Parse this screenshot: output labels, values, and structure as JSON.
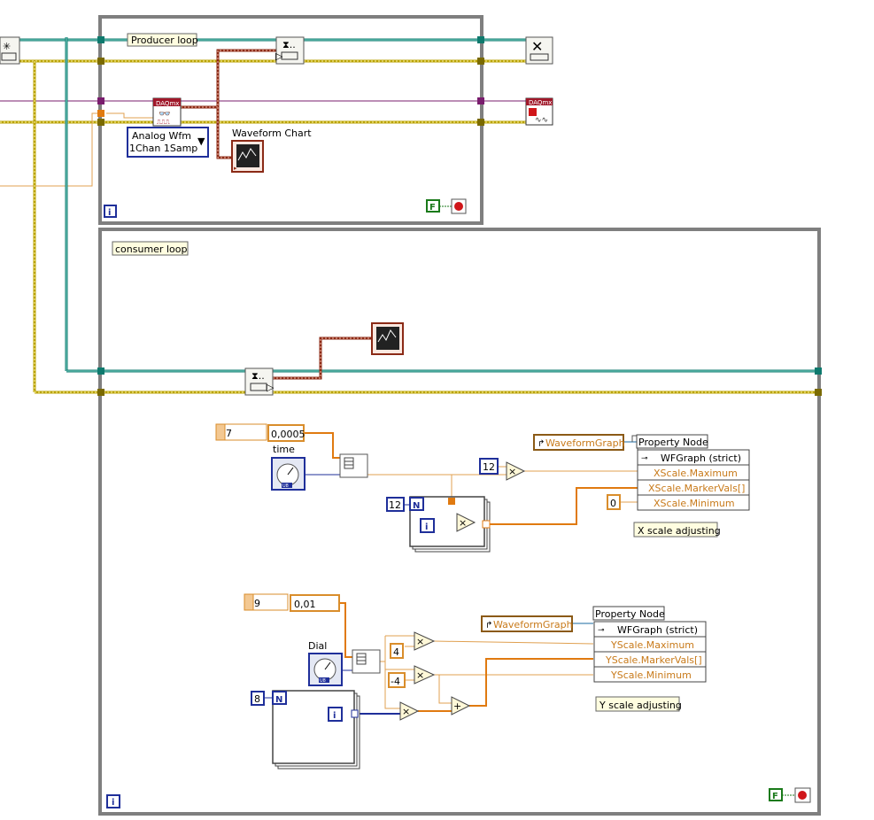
{
  "producer_loop": {
    "label": "Producer loop",
    "daqmx_read_text": "DAQmx",
    "read_mode": [
      "Analog Wfm",
      "1Chan 1Samp"
    ],
    "chart_label": "Waveform Chart",
    "stop_const": "F",
    "iteration": "i"
  },
  "consumer_loop": {
    "label": "consumer loop",
    "stop_const": "F",
    "iteration": "i"
  },
  "x_section": {
    "count_const": "7",
    "step_const": "0,0005",
    "control_label": "time",
    "control_badge": "U8",
    "mult_const": "12",
    "for_count": "12",
    "for_n": "N",
    "for_i": "i",
    "ref_label": "WaveformGraph",
    "prop_title": "Property Node",
    "prop_class": "WFGraph (strict)",
    "props": [
      "XScale.Maximum",
      "XScale.MarkerVals[]",
      "XScale.Minimum"
    ],
    "min_const": "0",
    "comment": "X scale adjusting"
  },
  "y_section": {
    "count_const": "9",
    "step_const": "0,01",
    "control_label": "Dial",
    "control_badge": "U8",
    "pos_const": "4",
    "neg_const": "-4",
    "for_count": "8",
    "for_n": "N",
    "for_i": "i",
    "ref_label": "WaveformGraph",
    "prop_title": "Property Node",
    "prop_class": "WFGraph (strict)",
    "props": [
      "YScale.Maximum",
      "YScale.MarkerVals[]",
      "YScale.Minimum"
    ],
    "comment": "Y scale adjusting"
  },
  "ops": {
    "multiply": "×",
    "add": "+"
  },
  "daqmx_clear_text": "DAQmx",
  "colors": {
    "loop_border": "#7f7f7f",
    "queue_wire": "#0e7a6e",
    "error_wire": "#b8a100",
    "task_wire": "#7a1d6e",
    "waveform_wire": "#8b2a16",
    "dbl_wire": "#e07a10",
    "int_wire": "#1f2f9a",
    "dbl_const_border": "#d98d2b",
    "int_const_border": "#1f2f9a"
  }
}
